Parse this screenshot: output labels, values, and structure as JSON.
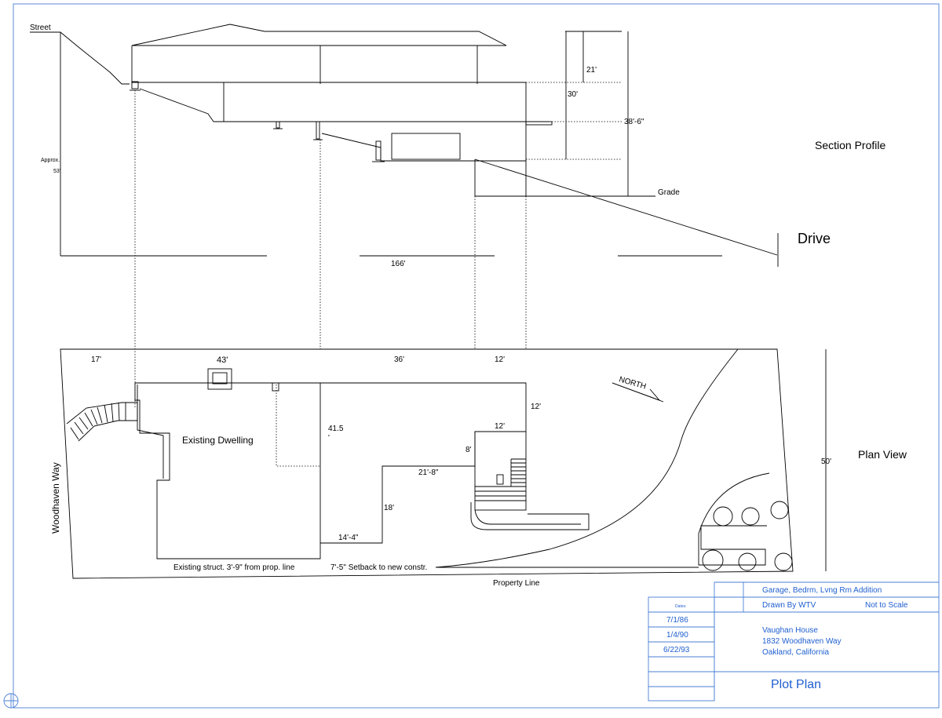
{
  "section_profile": {
    "title": "Section Profile",
    "street": "Street",
    "approx": "Approx.",
    "approx_dim": "53'",
    "dim_21": "21'",
    "dim_30": "30'",
    "dim_38_6": "38'-6\"",
    "grade": "Grade",
    "drive": "Drive",
    "dim_166": "166'"
  },
  "plan_view": {
    "title": "Plan View",
    "dim_17": "17'",
    "dim_43": "43'",
    "dim_36": "36'",
    "dim_12_top": "12'",
    "dim_12_right": "12'",
    "dim_12_inner": "12'",
    "dim_41_5": "41.5",
    "dim_41_5_tick": "'",
    "dim_8": "8'",
    "dim_21_8": "21'-8\"",
    "dim_18": "18'",
    "dim_14_4": "14'-4\"",
    "north": "NORTH",
    "dim_50": "50'",
    "existing_dwelling": "Existing Dwelling",
    "woodhaven_way": "Woodhaven Way",
    "existing_struct": "Existing struct. 3'-9\" from prop. line",
    "setback": "7'-5\" Setback to new constr.",
    "property_line": "Property Line"
  },
  "title_block": {
    "project": "Garage, Bedrm, Lvng Rm Addition",
    "drawn_by": "Drawn By WTV",
    "scale": "Not to Scale",
    "dates_header": "Dates:",
    "dates": [
      "7/1/86",
      "1/4/90",
      "6/22/93"
    ],
    "owner": "Vaughan House",
    "address": "1832 Woodhaven Way",
    "city": "Oakland, California",
    "sheet_title": "Plot Plan"
  }
}
